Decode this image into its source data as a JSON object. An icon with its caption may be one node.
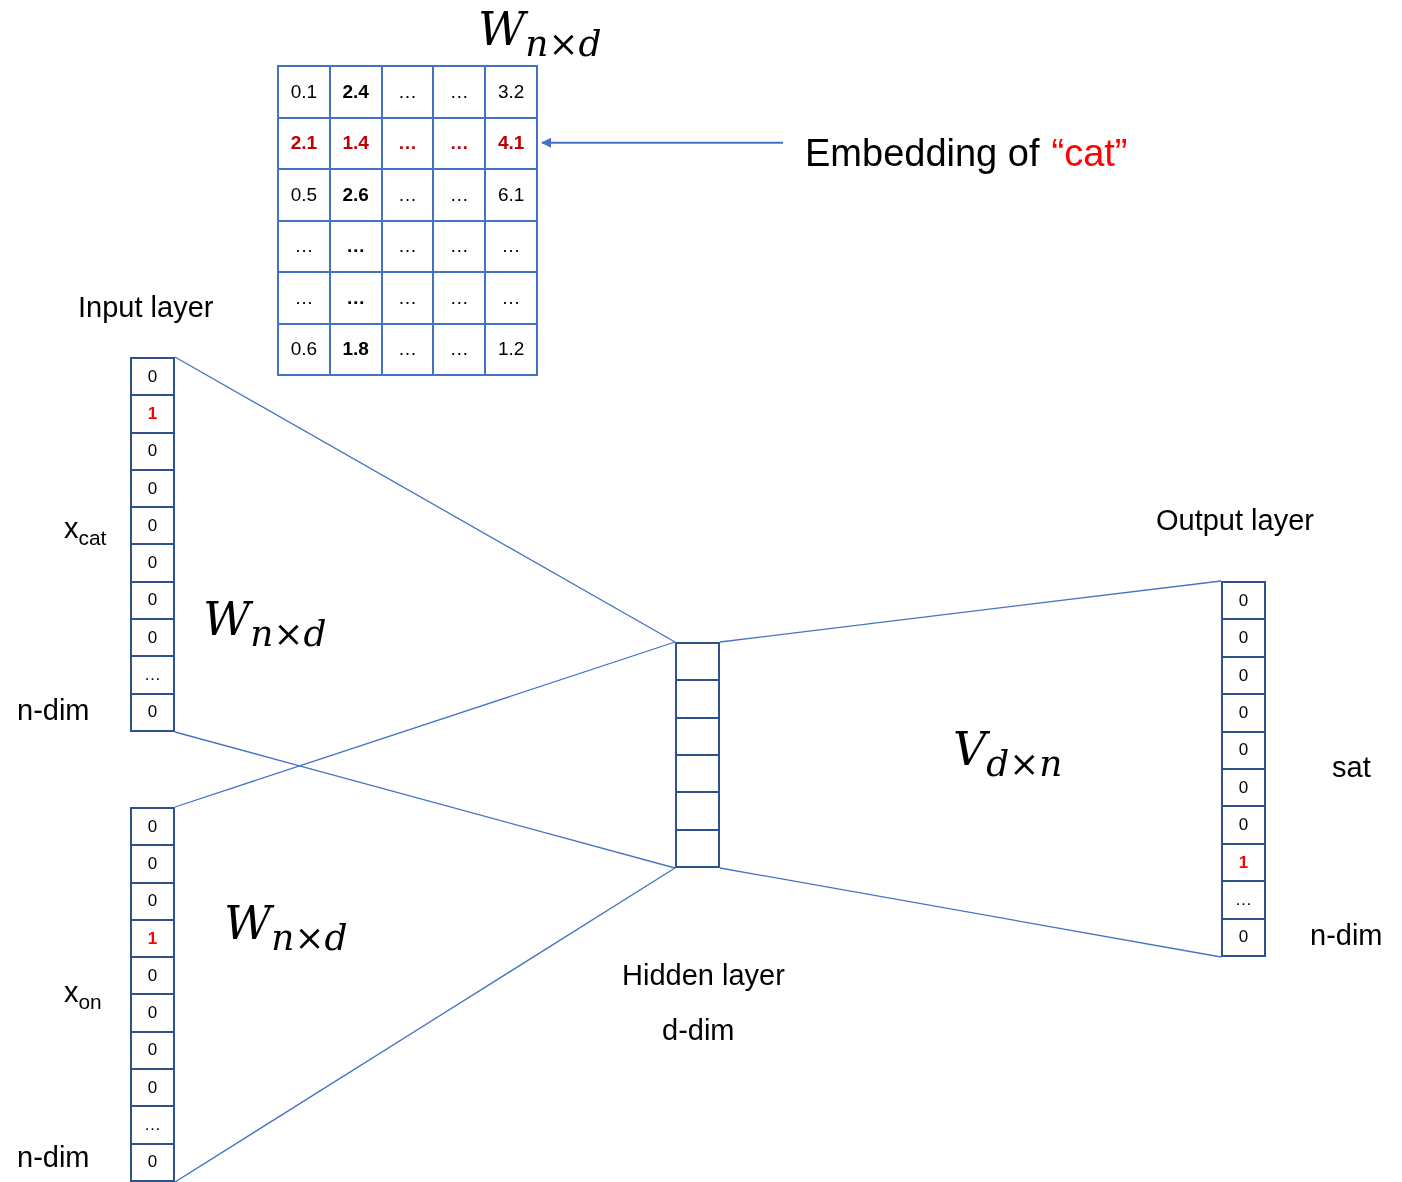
{
  "diagram": {
    "nodes": [
      {
        "text": [
          "0.1",
          "2.4",
          "…",
          "…",
          "3.2",
          "2.1",
          "1.4",
          "…",
          "…",
          "4.1",
          "0.5",
          "2.6",
          "…",
          "…",
          "6.1",
          "…",
          "…",
          "…",
          "…",
          "…",
          "…",
          "…",
          "…",
          "…",
          "…",
          "0.6",
          "1.8",
          "…",
          "…",
          "1.2"
        ]
      },
      {
        "text": [
          "Embedding of",
          "“cat”"
        ]
      },
      {
        "text": [
          "0",
          "1",
          "0",
          "0",
          "0",
          "0",
          "0",
          "0",
          "…",
          "0"
        ],
        "beside": [
          "x$_{cat}$",
          "n-dim"
        ]
      },
      {
        "text": [
          "0",
          "0",
          "0",
          "0",
          "0",
          "0",
          "0",
          "1",
          "…",
          "0"
        ],
        "beside": [
          "sat",
          "n-dim"
        ]
      },
      {
        "text": [],
        "shape": "box"
      },
      {
        "text": [
          "0",
          "0",
          "0",
          "1",
          "0",
          "0",
          "0",
          "0",
          "…",
          "0"
        ],
        "beside": [
          "x$_{on}$",
          "n-dim"
        ]
      }
    ],
    "edges": [
      {
        "from": 2,
        "to": 4,
        "arrow": "none"
      },
      {
        "from": 2,
        "to": 4,
        "arrow": "none"
      },
      {
        "from": 5,
        "to": 4,
        "arrow": "none"
      },
      {
        "from": 5,
        "to": 4,
        "arrow": "none"
      },
      {
        "from": 4,
        "to": 3,
        "arrow": "none"
      },
      {
        "from": 4,
        "to": 3,
        "arrow": "none"
      },
      {
        "from": 1,
        "to": 0,
        "arrow": "to"
      }
    ],
    "labels": [
      "W$_{n×d}$",
      "Input layer",
      "Output layer",
      "W$_{n×d}$",
      "V$_{d×n}$",
      "W$_{n×d}$",
      "Hidden layer",
      "d-dim"
    ]
  }
}
